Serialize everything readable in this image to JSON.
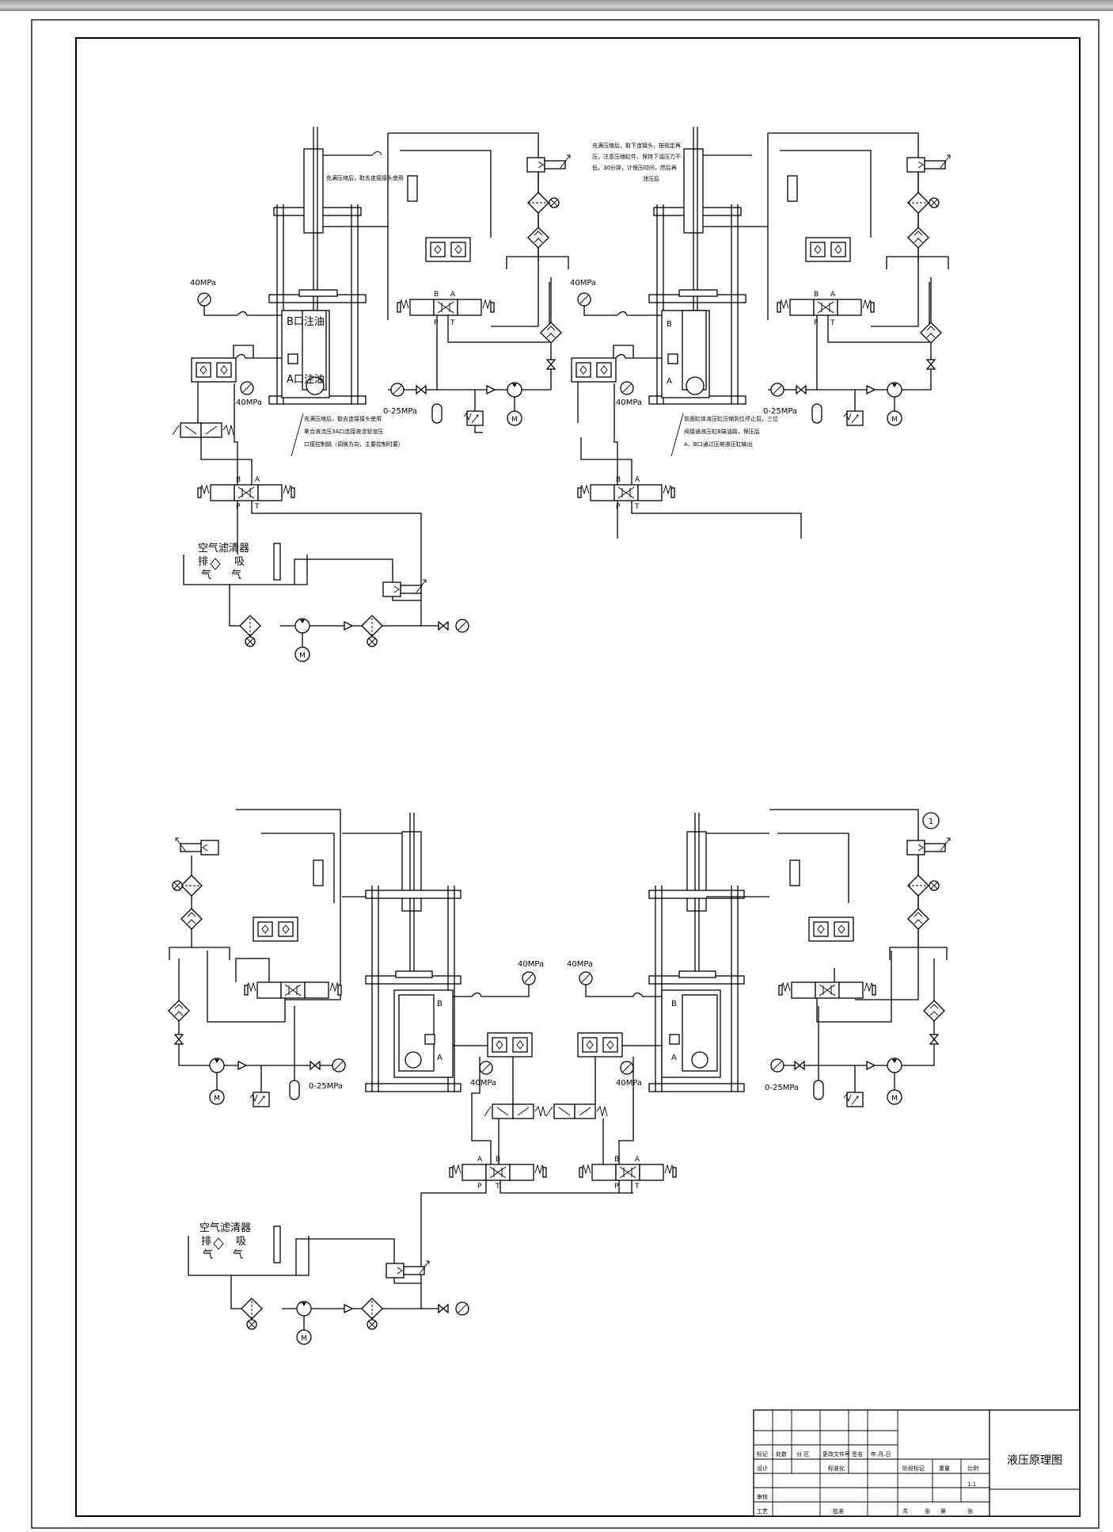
{
  "diagram": {
    "circuits": [
      {
        "id": "top-left",
        "pressure_gauge_label": "40MPa",
        "gauge_below_label": "40MPa",
        "range_label": "0-25MPa",
        "port_b_note": "B口注油",
        "port_a_note": "A口注油",
        "valve_port_labels": {
          "b": "B",
          "a": "A",
          "p": "P",
          "t": "T"
        },
        "top_note": "充满压缩后，取去连接接头使用",
        "bottom_note_1": "充满压缩后，取去连接接头使用",
        "bottom_note_2": "拿合液流压3A口连接液流管道压",
        "bottom_note_3": "口接控制路（调换方向，主要控制时要）",
        "air_filter_title": "空气滤清器",
        "air_filter_exhaust": "排",
        "air_filter_intake": "吸",
        "air_filter_qi_left": "气",
        "air_filter_qi_right": "气"
      },
      {
        "id": "top-right",
        "pressure_gauge_label": "40MPa",
        "gauge_below_label": "40MPa",
        "range_label": "0-25MPa",
        "port_b_note": "B",
        "port_a_note": "A",
        "valve_port_labels": {
          "b": "B",
          "a": "A",
          "p": "P",
          "t": "T"
        },
        "top_note_line1": "充满压缩后，取下连接头，按规定再",
        "top_note_line2": "压，注意压缩缸件，保持下油压力不",
        "top_note_line3": "低，30分钟，计保压时间，然后再",
        "top_note_line4": "泄压后",
        "bottom_note_1": "前面缸体液压缸压缩到位停止后，三位",
        "bottom_note_2": "阀接通液压缸B端油路，保压后",
        "bottom_note_3": "A、B口通过压缩液压缸输出"
      },
      {
        "id": "bottom-left",
        "pressure_gauge_label": "40MPa",
        "gauge_below_label": "40MPa",
        "range_label": "0-25MPa",
        "port_b": "B",
        "port_a": "A",
        "valve_port_labels": {
          "a": "A",
          "b": "B",
          "p": "P",
          "t": "T"
        },
        "air_filter_title": "空气滤清器",
        "air_filter_exhaust": "排",
        "air_filter_intake": "吸",
        "air_filter_qi_left": "气",
        "air_filter_qi_right": "气"
      },
      {
        "id": "bottom-right",
        "pressure_gauge_label": "40MPa",
        "gauge_below_label": "40MPa",
        "range_label": "0-25MPa",
        "port_b": "B",
        "port_a": "A",
        "valve_port_labels": {
          "b": "B",
          "a": "A",
          "p": "P",
          "t": "T"
        },
        "callout_number": "1"
      }
    ],
    "motor_label": "M"
  },
  "title_block": {
    "drawing_title": "液压原理图",
    "scale": "1:1",
    "row1": [
      "标记",
      "处数",
      "分 区",
      "更改文件号",
      "签名",
      "年.月.日"
    ],
    "design": "设计",
    "standardization": "标准化",
    "stage_mark": "阶段标记",
    "weight": "重量",
    "scale_label": "比例",
    "review": "审核",
    "process": "工艺",
    "approve": "批准",
    "sheets_total": "共",
    "sheets": "张",
    "sheet_no": "第",
    "sheet": "张"
  }
}
